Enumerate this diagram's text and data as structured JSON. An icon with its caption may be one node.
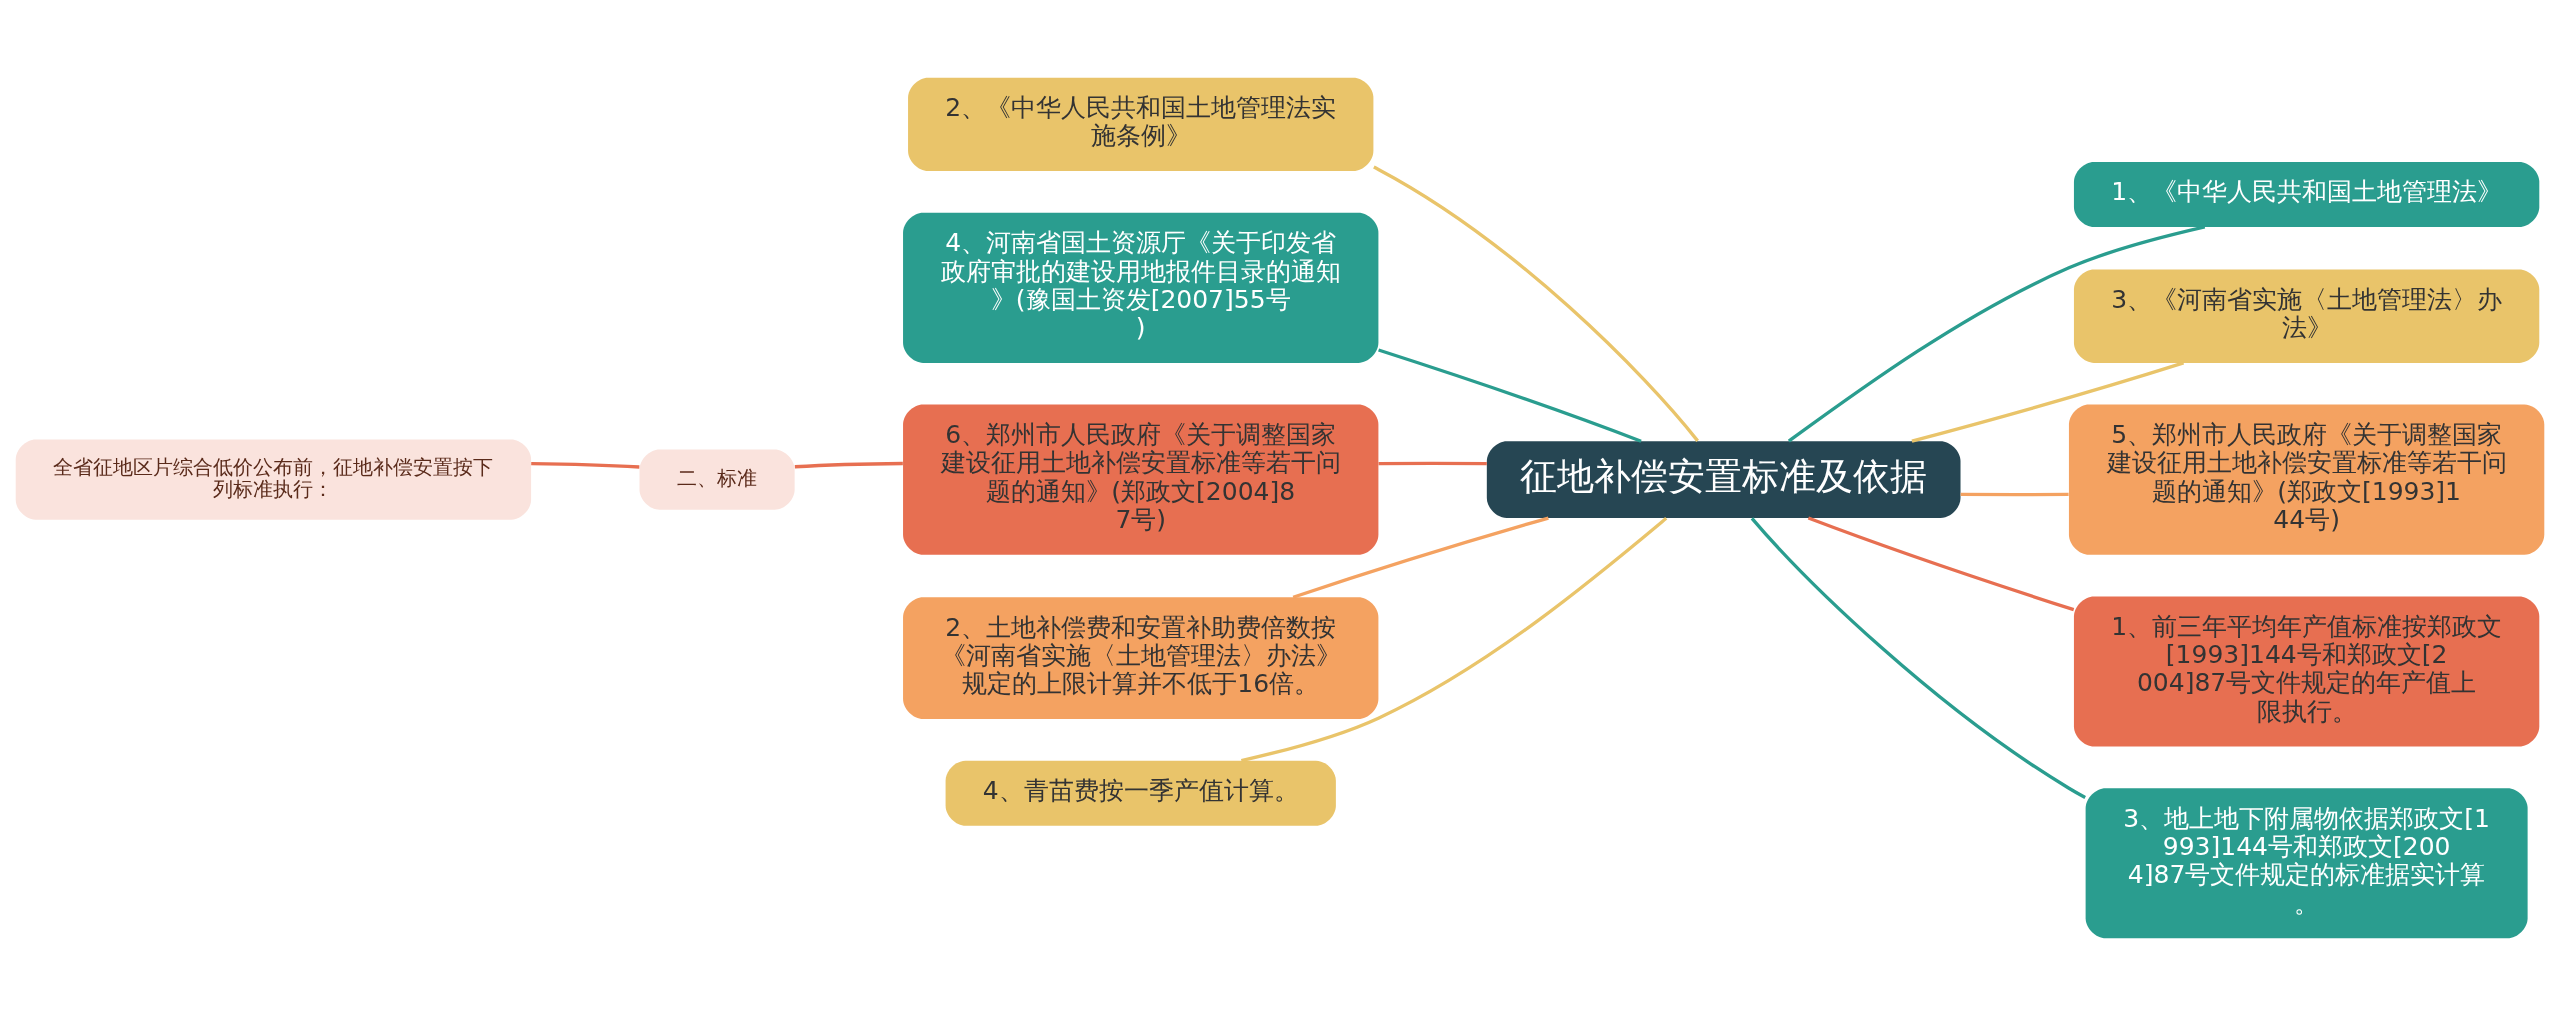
{
  "diagram": {
    "nodes": [
      {
        "text": [
          "征地补偿安置标准及依据"
        ]
      },
      {
        "text": [
          "2、《中华人民共和国土地管理法实施条例》"
        ]
      },
      {
        "text": [
          "4、河南省国土资源厅《关于印发省政府审批的建设用地报件目录的通知》(豫国土资发[2007]55号)"
        ]
      },
      {
        "text": [
          "6、郑州市人民政府《关于调整国家建设征用土地补偿安置标准等若干问题的通知》(郑政文[2004]87号)"
        ]
      },
      {
        "text": [
          "二、标准"
        ]
      },
      {
        "text": [
          "全省征地区片综合低价公布前，征地补偿安置按下列标准执行："
        ]
      },
      {
        "text": [
          "2、土地补偿费和安置补助费倍数按《河南省实施〈土地管理法〉办法》规定的上限计算并不低于16倍。"
        ]
      },
      {
        "text": [
          "4、青苗费按一季产值计算。"
        ]
      },
      {
        "text": [
          "1、《中华人民共和国土地管理法》"
        ]
      },
      {
        "text": [
          "3、《河南省实施〈土地管理法〉办法》"
        ]
      },
      {
        "text": [
          "5、郑州市人民政府《关于调整国家建设征用土地补偿安置标准等若干问题的通知》(郑政文[1993]144号)"
        ]
      },
      {
        "text": [
          "1、前三年平均年产值标准按郑政文[1993]144号和郑政文[2004]87号文件规定的年产值上限执行。"
        ]
      },
      {
        "text": [
          "3、地上地下附属物依据郑政文[1993]144号和郑政文[2004]87号文件规定的标准据实计算。"
        ]
      }
    ],
    "edges": [
      {
        "from": 0,
        "to": 1,
        "arrow": "none",
        "color": "#e9c46a"
      },
      {
        "from": 0,
        "to": 2,
        "arrow": "none",
        "color": "#2a9d8f"
      },
      {
        "from": 0,
        "to": 3,
        "arrow": "none",
        "color": "#e76f51"
      },
      {
        "from": 3,
        "to": 4,
        "arrow": "none",
        "color": "#e76f51"
      },
      {
        "from": 4,
        "to": 5,
        "arrow": "none",
        "color": "#e76f51"
      },
      {
        "from": 0,
        "to": 6,
        "arrow": "none",
        "color": "#f4a261"
      },
      {
        "from": 0,
        "to": 7,
        "arrow": "none",
        "color": "#e9c46a"
      },
      {
        "from": 0,
        "to": 8,
        "arrow": "none",
        "color": "#2a9d8f"
      },
      {
        "from": 0,
        "to": 9,
        "arrow": "none",
        "color": "#e9c46a"
      },
      {
        "from": 0,
        "to": 10,
        "arrow": "none",
        "color": "#f4a261"
      },
      {
        "from": 0,
        "to": 11,
        "arrow": "none",
        "color": "#e76f51"
      },
      {
        "from": 0,
        "to": 12,
        "arrow": "none",
        "color": "#2a9d8f"
      }
    ]
  }
}
